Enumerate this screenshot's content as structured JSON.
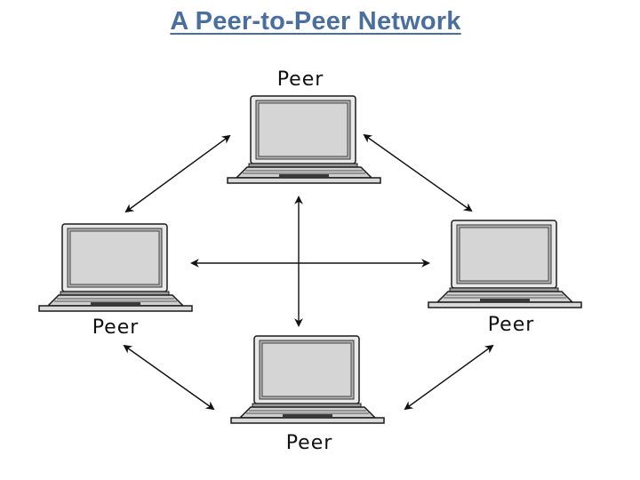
{
  "slide": {
    "title": "A Peer-to-Peer Network"
  },
  "diagram": {
    "nodes": [
      {
        "id": "top",
        "label": "Peer",
        "icon": "laptop-icon"
      },
      {
        "id": "left",
        "label": "Peer",
        "icon": "laptop-icon"
      },
      {
        "id": "right",
        "label": "Peer",
        "icon": "laptop-icon"
      },
      {
        "id": "bottom",
        "label": "Peer",
        "icon": "laptop-icon"
      }
    ],
    "connections": [
      {
        "from": "top",
        "to": "left",
        "style": "double-arrow"
      },
      {
        "from": "top",
        "to": "right",
        "style": "double-arrow"
      },
      {
        "from": "left",
        "to": "bottom",
        "style": "double-arrow"
      },
      {
        "from": "right",
        "to": "bottom",
        "style": "double-arrow"
      },
      {
        "from": "left",
        "to": "right",
        "style": "double-arrow"
      },
      {
        "from": "top",
        "to": "bottom",
        "style": "double-arrow"
      }
    ],
    "colors": {
      "title": "#4a6e9e",
      "laptop_body": "#c9c9c9",
      "laptop_screen": "#d4d4d4",
      "outline": "#1a1a1a",
      "arrow": "#111111"
    }
  }
}
